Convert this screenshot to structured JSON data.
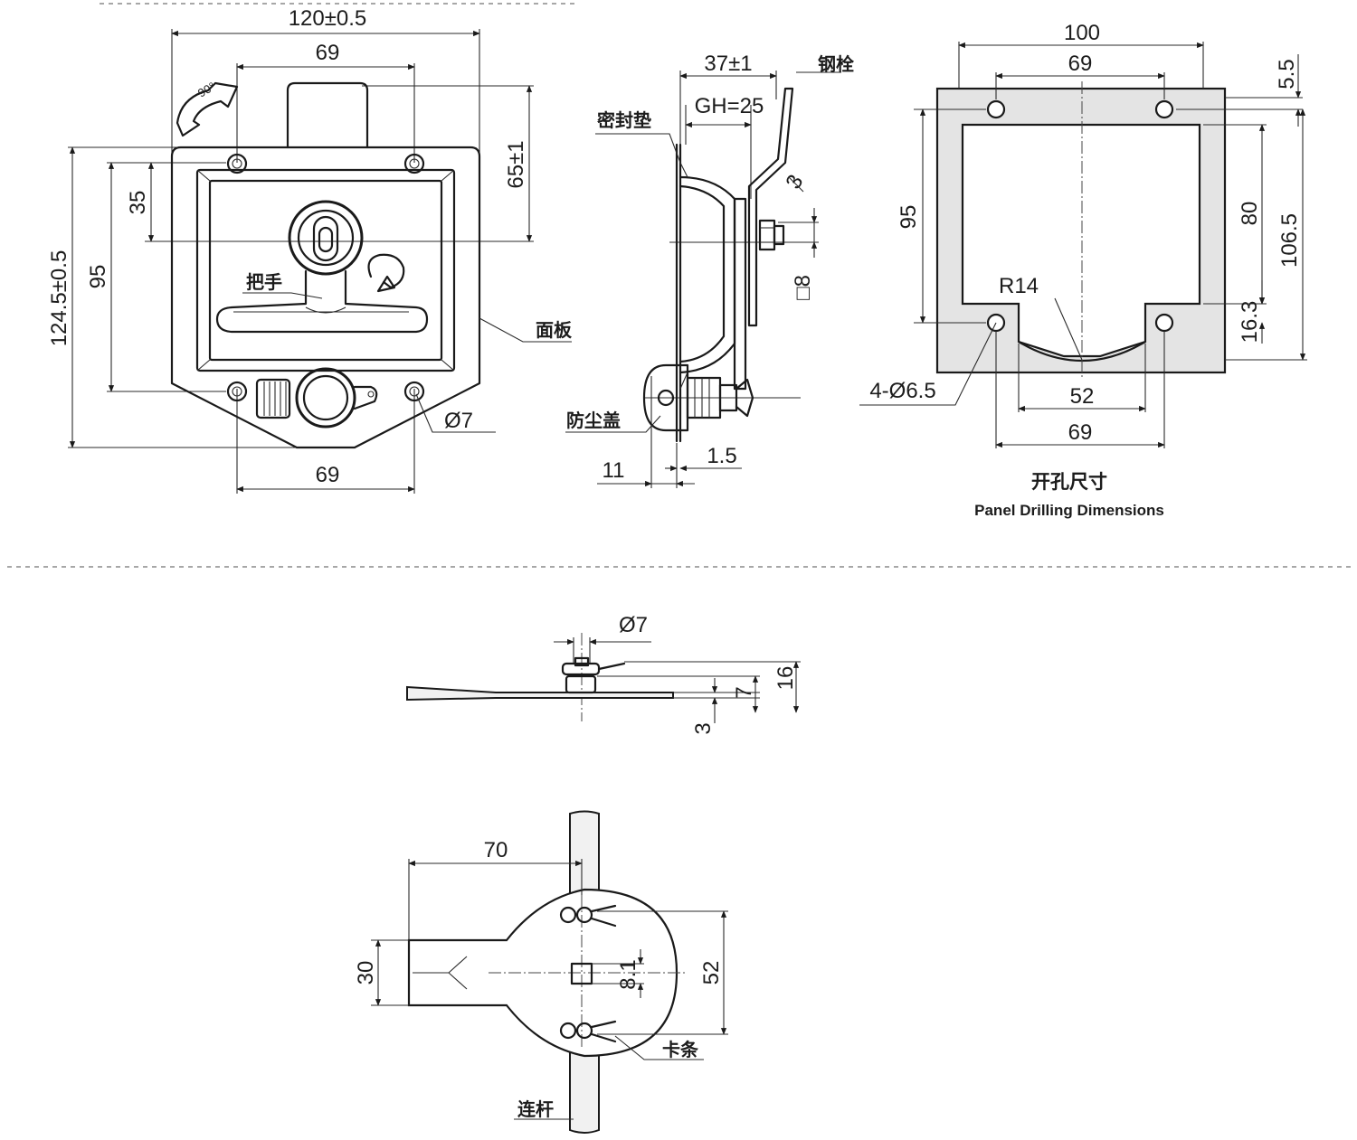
{
  "front_view": {
    "dim_width": "120±0.5",
    "dim_top_holes": "69",
    "dim_bottom_holes": "69",
    "dim_height": "124.5±0.5",
    "dim_hole_pitch": "95",
    "dim_offset": "35",
    "dim_handle": "65±1",
    "dim_hole_dia": "Ø7",
    "angle": "90°",
    "label_handle": "把手",
    "label_panel": "面板"
  },
  "side_view": {
    "dim_total": "37±1",
    "dim_grip": "GH=25",
    "dim_bend": "3",
    "dim_square": "□8",
    "dim_base": "11",
    "dim_plate": "1.5",
    "label_gasket": "密封垫",
    "label_bolt": "钢栓",
    "label_dust_cover": "防尘盖"
  },
  "drilling": {
    "dim_outer": "100",
    "dim_top_holes": "69",
    "dim_v_pitch": "95",
    "dim_top_offset": "5.5",
    "dim_cutout": "80",
    "dim_total_h": "106.5",
    "dim_bottom_h": "16.3",
    "dim_radius": "R14",
    "dim_notch": "52",
    "dim_bottom_holes": "69",
    "dim_holes": "4-Ø6.5",
    "title_cn": "开孔尺寸",
    "title_en": "Panel Drilling Dimensions"
  },
  "cam_side": {
    "dim_dia": "Ø7",
    "dim_total": "16",
    "dim_mid": "7",
    "dim_plate": "3"
  },
  "cam_top": {
    "dim_length": "70",
    "dim_width": "30",
    "dim_square": "8.1",
    "dim_dia": "52",
    "label_clip": "卡条",
    "label_rod": "连杆"
  }
}
